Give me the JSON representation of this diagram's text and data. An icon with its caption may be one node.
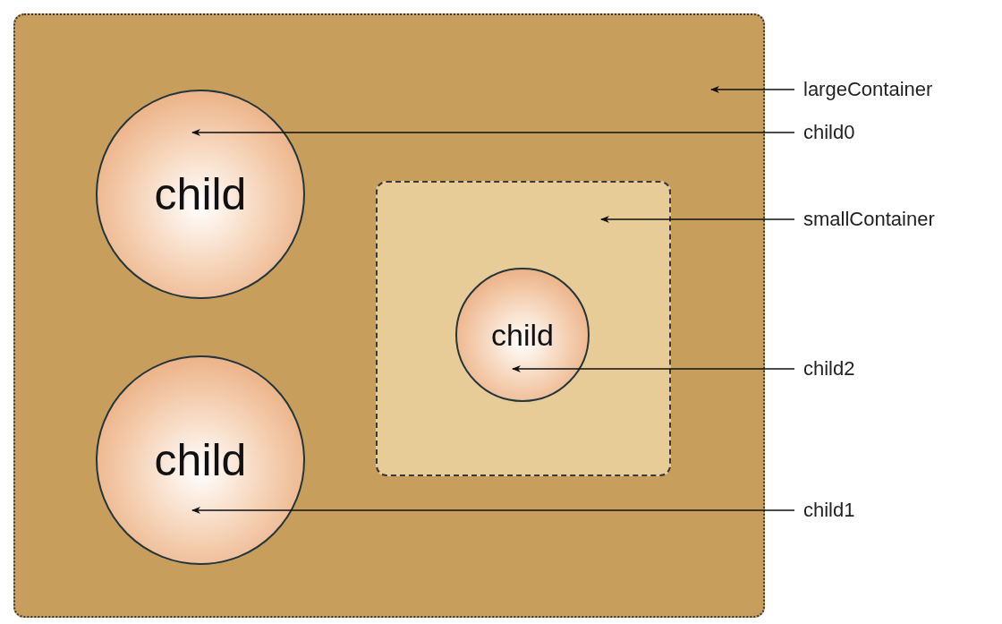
{
  "diagram": {
    "nodes": [
      {
        "text": [],
        "shape": "box"
      },
      {
        "text": [
          "child"
        ],
        "in": 0
      },
      {
        "text": [],
        "shape": "box",
        "in": 0
      },
      {
        "text": [
          "child"
        ],
        "in": 2
      },
      {
        "text": [
          "child"
        ],
        "in": 0
      },
      {
        "text": [
          "largeContainer"
        ]
      },
      {
        "text": [
          "child0"
        ]
      },
      {
        "text": [
          "smallContainer"
        ]
      },
      {
        "text": [
          "child2"
        ]
      },
      {
        "text": [
          "child1"
        ]
      }
    ],
    "edges": [
      {
        "from": 5,
        "to": 0,
        "arrow": "to"
      },
      {
        "from": 6,
        "to": 1,
        "arrow": "to"
      },
      {
        "from": 7,
        "to": 2,
        "arrow": "to"
      },
      {
        "from": 8,
        "to": 3,
        "arrow": "to"
      },
      {
        "from": 9,
        "to": 4,
        "arrow": "to"
      }
    ]
  }
}
